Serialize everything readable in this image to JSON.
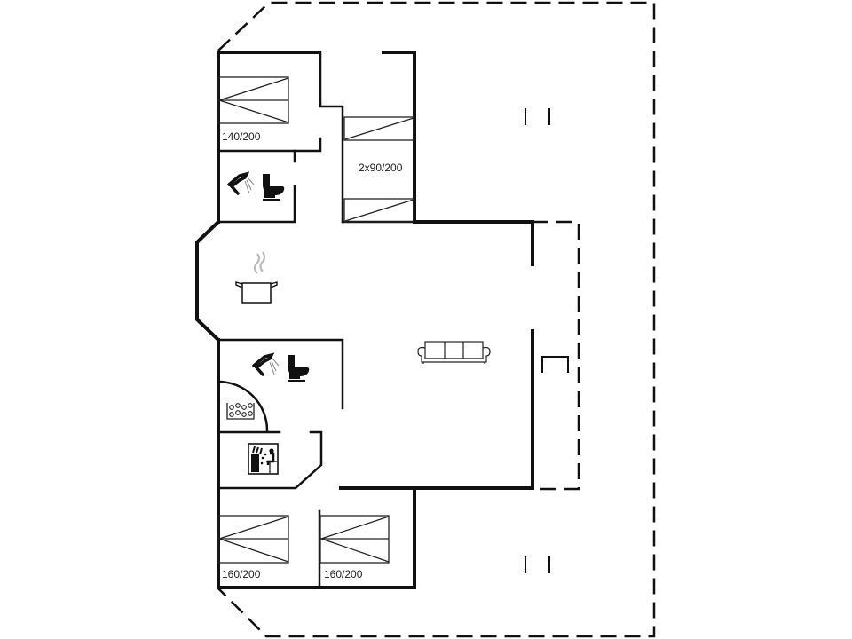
{
  "plan": {
    "type": "floor_plan",
    "rooms": [
      {
        "id": "bedroom-1",
        "type": "bedroom",
        "bed_label": "140/200"
      },
      {
        "id": "bedroom-2",
        "type": "bedroom",
        "bed_label": "2x90/200"
      },
      {
        "id": "bathroom-1",
        "type": "bathroom",
        "icons": [
          "shower-icon",
          "toilet-icon"
        ]
      },
      {
        "id": "kitchen",
        "type": "kitchen",
        "icons": [
          "cooking-pot-icon"
        ]
      },
      {
        "id": "living-room",
        "type": "living",
        "icons": [
          "sofa-icon"
        ]
      },
      {
        "id": "bathroom-2",
        "type": "bathroom",
        "icons": [
          "shower-icon",
          "toilet-icon",
          "whirlpool-icon"
        ]
      },
      {
        "id": "sauna",
        "type": "sauna",
        "icons": [
          "sauna-icon"
        ]
      },
      {
        "id": "bedroom-3",
        "type": "bedroom",
        "bed_label": "160/200"
      },
      {
        "id": "bedroom-4",
        "type": "bedroom",
        "bed_label": "160/200"
      },
      {
        "id": "terrace",
        "type": "terrace",
        "outline": "dashed"
      }
    ],
    "labels": {
      "bed_1": "140/200",
      "bed_2": "2x90/200",
      "bed_3": "160/200",
      "bed_4": "160/200"
    },
    "colors": {
      "wall": "#111111",
      "background": "#ffffff",
      "steam": "#bbbbbb"
    }
  }
}
